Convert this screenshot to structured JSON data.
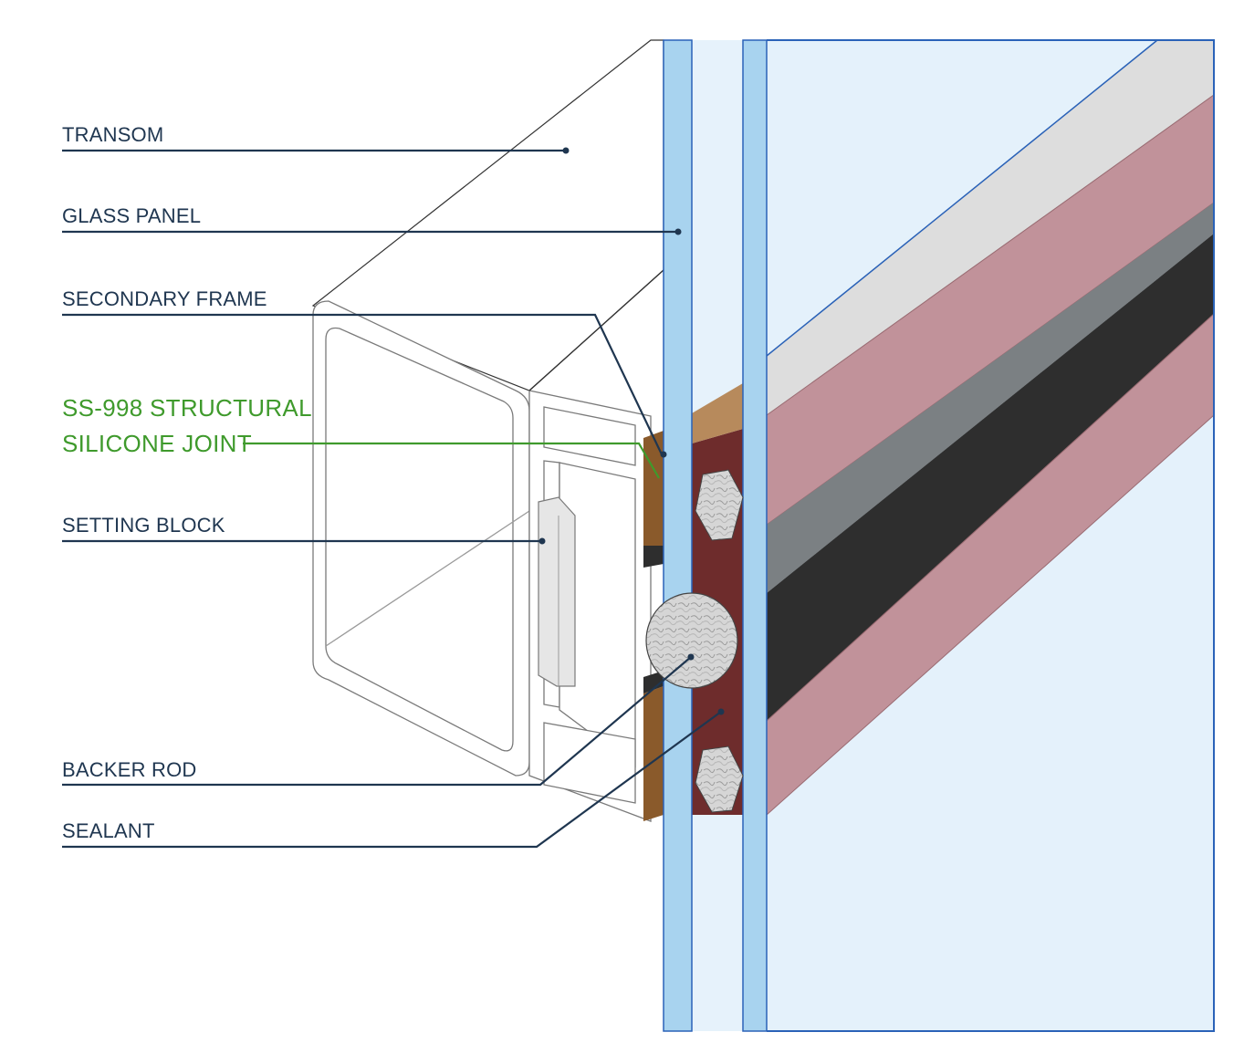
{
  "colors": {
    "label": "#1f3650",
    "highlight": "#3f9a2c",
    "glass_edge": "#a8d3ef",
    "glass_face": "#e4f1fb",
    "glass_outline": "#2a62b8",
    "sealant": "#c1929a",
    "sealant_dark": "#6e2c2c",
    "gasket": "#2e2e2e",
    "gasket_grey": "#7b8083",
    "spacer": "#dddddd",
    "tape": "#8a5a2b",
    "frame": "#ffffff",
    "frame_outline": "#7a7a7a"
  },
  "labels": {
    "transom": "TRANSOM",
    "glass_panel": "GLASS PANEL",
    "secondary_frame": "SECONDARY FRAME",
    "structural_joint_line1": "SS-998 STRUCTURAL",
    "structural_joint_line2": "SILICONE JOINT",
    "setting_block": "SETTING BLOCK",
    "backer_rod": "BACKER ROD",
    "sealant": "SEALANT"
  }
}
